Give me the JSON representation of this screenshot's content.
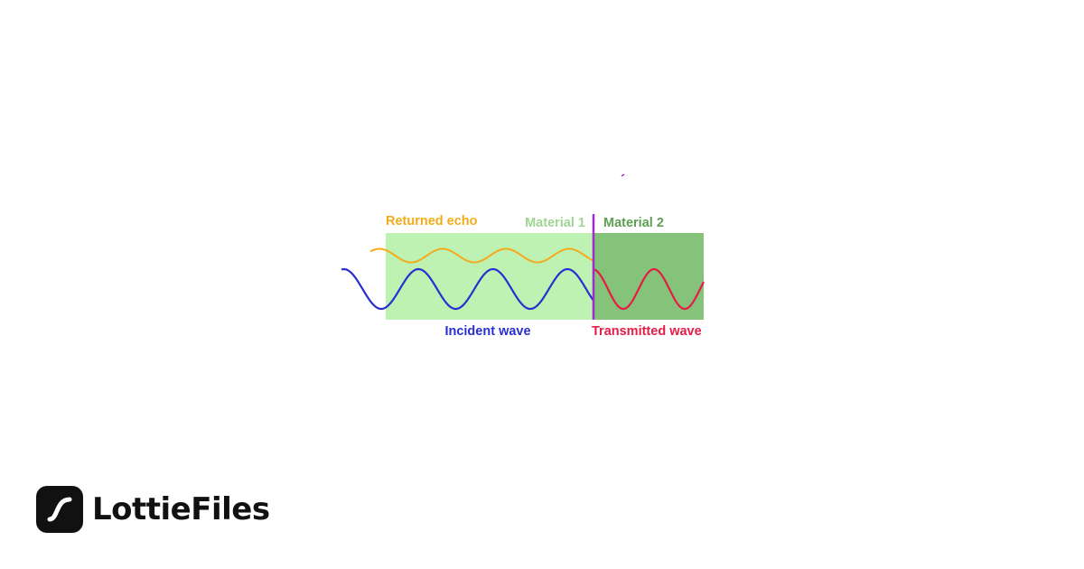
{
  "labels": {
    "returned_echo": "Returned echo",
    "material_1": "Material 1",
    "material_2": "Material 2",
    "incident_wave": "Incident wave",
    "transmitted_wave": "Transmitted wave"
  },
  "colors": {
    "material_1_fill": "#bdf2b3",
    "material_2_fill": "#85c27a",
    "material_1_label": "#9fd594",
    "material_2_label": "#5d9e52",
    "returned_echo": "#f3ab1b",
    "incident_wave": "#2a2fd0",
    "transmitted_wave": "#e41c46",
    "boundary": "#a02cd0"
  },
  "brand": {
    "name": "LottieFiles",
    "icon": "lottiefiles-logo-icon"
  }
}
